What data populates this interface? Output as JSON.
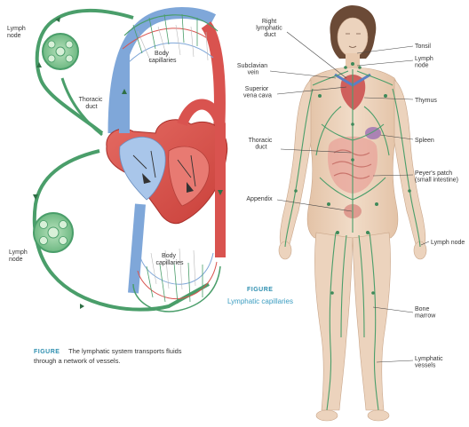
{
  "circulation_diagram": {
    "labels": {
      "lymph_node_top": [
        "Lymph",
        "node"
      ],
      "lymph_node_bottom": [
        "Lymph",
        "node"
      ],
      "thoracic_duct": [
        "Thoracic",
        "duct"
      ],
      "body_capillaries_top": [
        "Body",
        "capillaries"
      ],
      "body_capillaries_bottom": [
        "Body",
        "capillaries"
      ]
    },
    "caption": {
      "figure_word": "FIGURE",
      "line1": "The lymphatic system transports fluids",
      "line2": "through a network of vessels."
    }
  },
  "body_diagram": {
    "labels_left": {
      "right_lymphatic_duct": [
        "Right",
        "lymphatic",
        "duct"
      ],
      "subclavian_vein": [
        "Subclavian",
        "vein"
      ],
      "superior_vena_cava": [
        "Superior",
        "vena cava"
      ],
      "thoracic_duct": [
        "Thoracic",
        "duct"
      ],
      "appendix": [
        "Appendix"
      ]
    },
    "labels_right": {
      "tonsil": [
        "Tonsil"
      ],
      "lymph_node_neck": [
        "Lymph",
        "node"
      ],
      "thymus": [
        "Thymus"
      ],
      "spleen": [
        "Spleen"
      ],
      "peyers_patch": [
        "Peyer's patch",
        "(small intestine)"
      ],
      "lymph_node_hand": [
        "Lymph node"
      ],
      "bone_marrow": [
        "Bone",
        "marrow"
      ],
      "lymphatic_vessels": [
        "Lymphatic",
        "vessels"
      ]
    },
    "caption": {
      "figure_word": "FIGURE",
      "title": "Lymphatic capillaries"
    }
  },
  "colors": {
    "lymph_green": "#4a9e6a",
    "lymph_node_fill": "#8fcf9a",
    "artery_red": "#d9534f",
    "vein_blue": "#7fa7d9",
    "skin": "#ecd3bd",
    "hair": "#6b4a36",
    "caption_blue": "#2e8fb0"
  }
}
